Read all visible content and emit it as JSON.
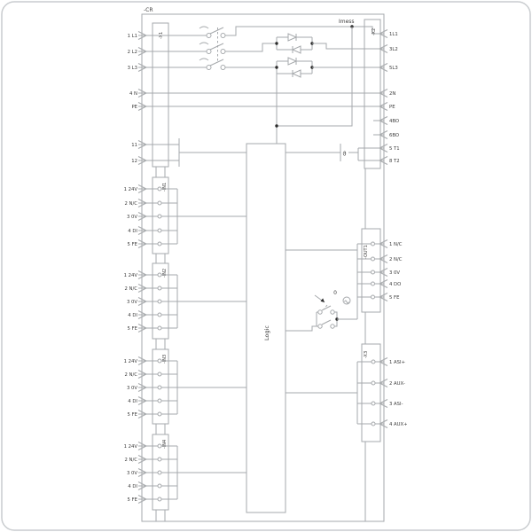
{
  "diagram": {
    "device_ref": "-CR",
    "current_measure_label": "Imess",
    "logic_label": "Logic",
    "switch_position_label": "0",
    "thermistor_symbol": "ϑ"
  },
  "x1": {
    "ref": "-X1",
    "pins": [
      "1 L1",
      "2 L2",
      "3 L3",
      "4 N",
      "PE"
    ],
    "aux_pins": [
      "11",
      "12"
    ]
  },
  "x2": {
    "ref": "-X2",
    "pins": [
      "1L1",
      "3L2",
      "5L3",
      "2N",
      "PE",
      "4BO",
      "6BO",
      "5 T1",
      "8 T2"
    ]
  },
  "in_connectors": [
    {
      "ref": "-IN1",
      "pins": [
        "1 24V",
        "2 N/C",
        "3 0V",
        "4 DI",
        "5 FE"
      ]
    },
    {
      "ref": "-IN2",
      "pins": [
        "1 24V",
        "2 N/C",
        "3 0V",
        "4 DI",
        "5 FE"
      ]
    },
    {
      "ref": "-IN3",
      "pins": [
        "1 24V",
        "2 N/C",
        "3 0V",
        "4 DI",
        "5 FE"
      ]
    },
    {
      "ref": "-IN4",
      "pins": [
        "1 24V",
        "2 N/C",
        "3 0V",
        "4 DI",
        "5 FE"
      ]
    }
  ],
  "out1": {
    "ref": "-OUT1",
    "pins": [
      "1 N/C",
      "2 N/C",
      "3 0V",
      "4 DO",
      "5 FE"
    ]
  },
  "x3": {
    "ref": "-X3",
    "pins": [
      "1 ASI+",
      "2 AUX-",
      "3 ASI-",
      "4 AUX+"
    ]
  },
  "colors": {
    "line": "#a6a9ac",
    "text": "#3d3d3d",
    "junction": "#222222",
    "border": "#c9cccf",
    "background": "#ffffff"
  }
}
